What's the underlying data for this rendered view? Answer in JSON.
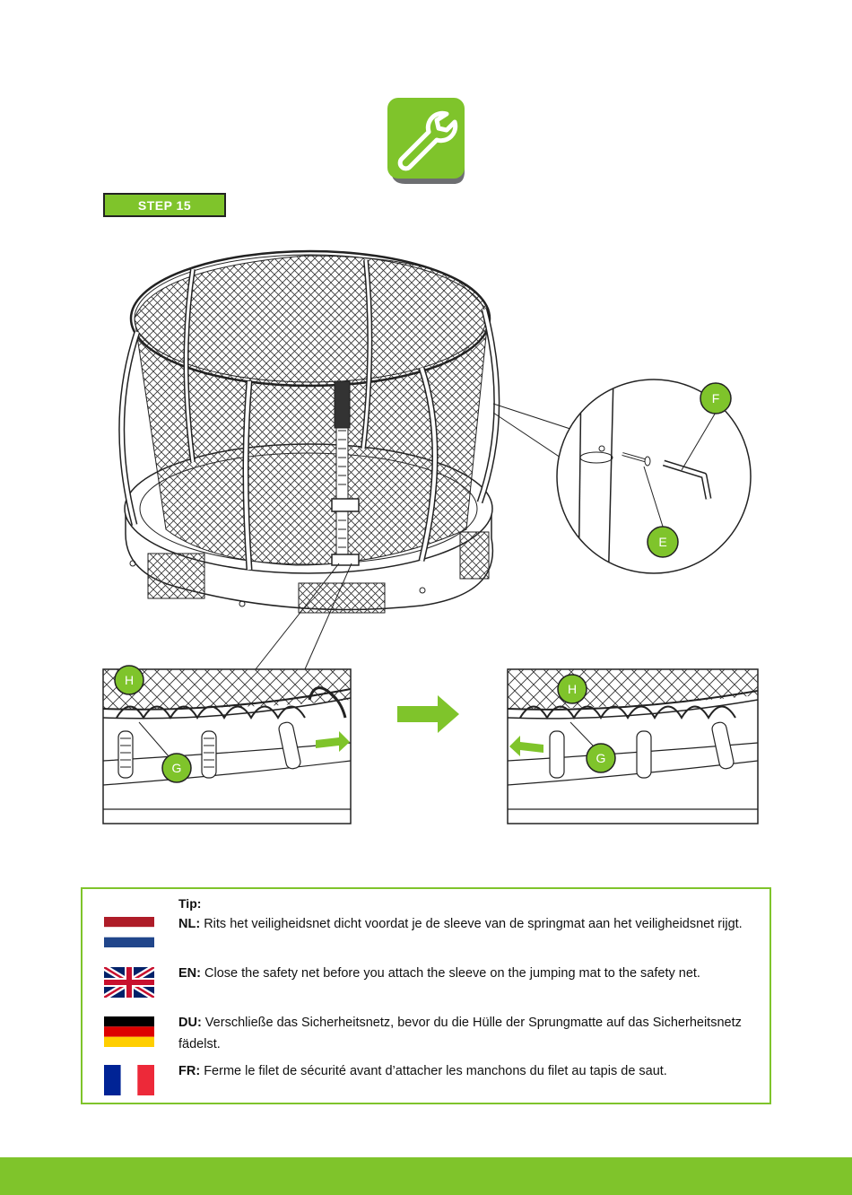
{
  "step": {
    "label": "STEP 15"
  },
  "icon": {
    "name": "wrench-icon",
    "color": "#7fc42b",
    "shadow_color": "#6d6e71"
  },
  "labels": {
    "F": "F",
    "E": "E",
    "H_left": "H",
    "G_left": "G",
    "H_right": "H",
    "G_right": "G"
  },
  "tip": {
    "title": "Tip:",
    "rows": [
      {
        "code": "NL:",
        "flag": "flag-netherlands",
        "text": " Rits het veiligheidsnet dicht voordat je de sleeve van de springmat aan het veiligheidsnet rijgt."
      },
      {
        "code": "EN:",
        "flag": "flag-united-kingdom",
        "text": " Close the safety net before you attach the sleeve on the jumping mat to the safety net."
      },
      {
        "code": "DU:",
        "flag": "flag-germany",
        "text": " Verschließe das Sicherheitsnetz, bevor du die Hülle der Sprungmatte auf das Sicherheitsnetz fädelst."
      },
      {
        "code": "FR:",
        "flag": "flag-france",
        "text": " Ferme le filet de sécurité avant d’attacher les manchons du filet au tapis de saut."
      }
    ]
  },
  "colors": {
    "accent": "#7fc42b",
    "line": "#222222"
  }
}
